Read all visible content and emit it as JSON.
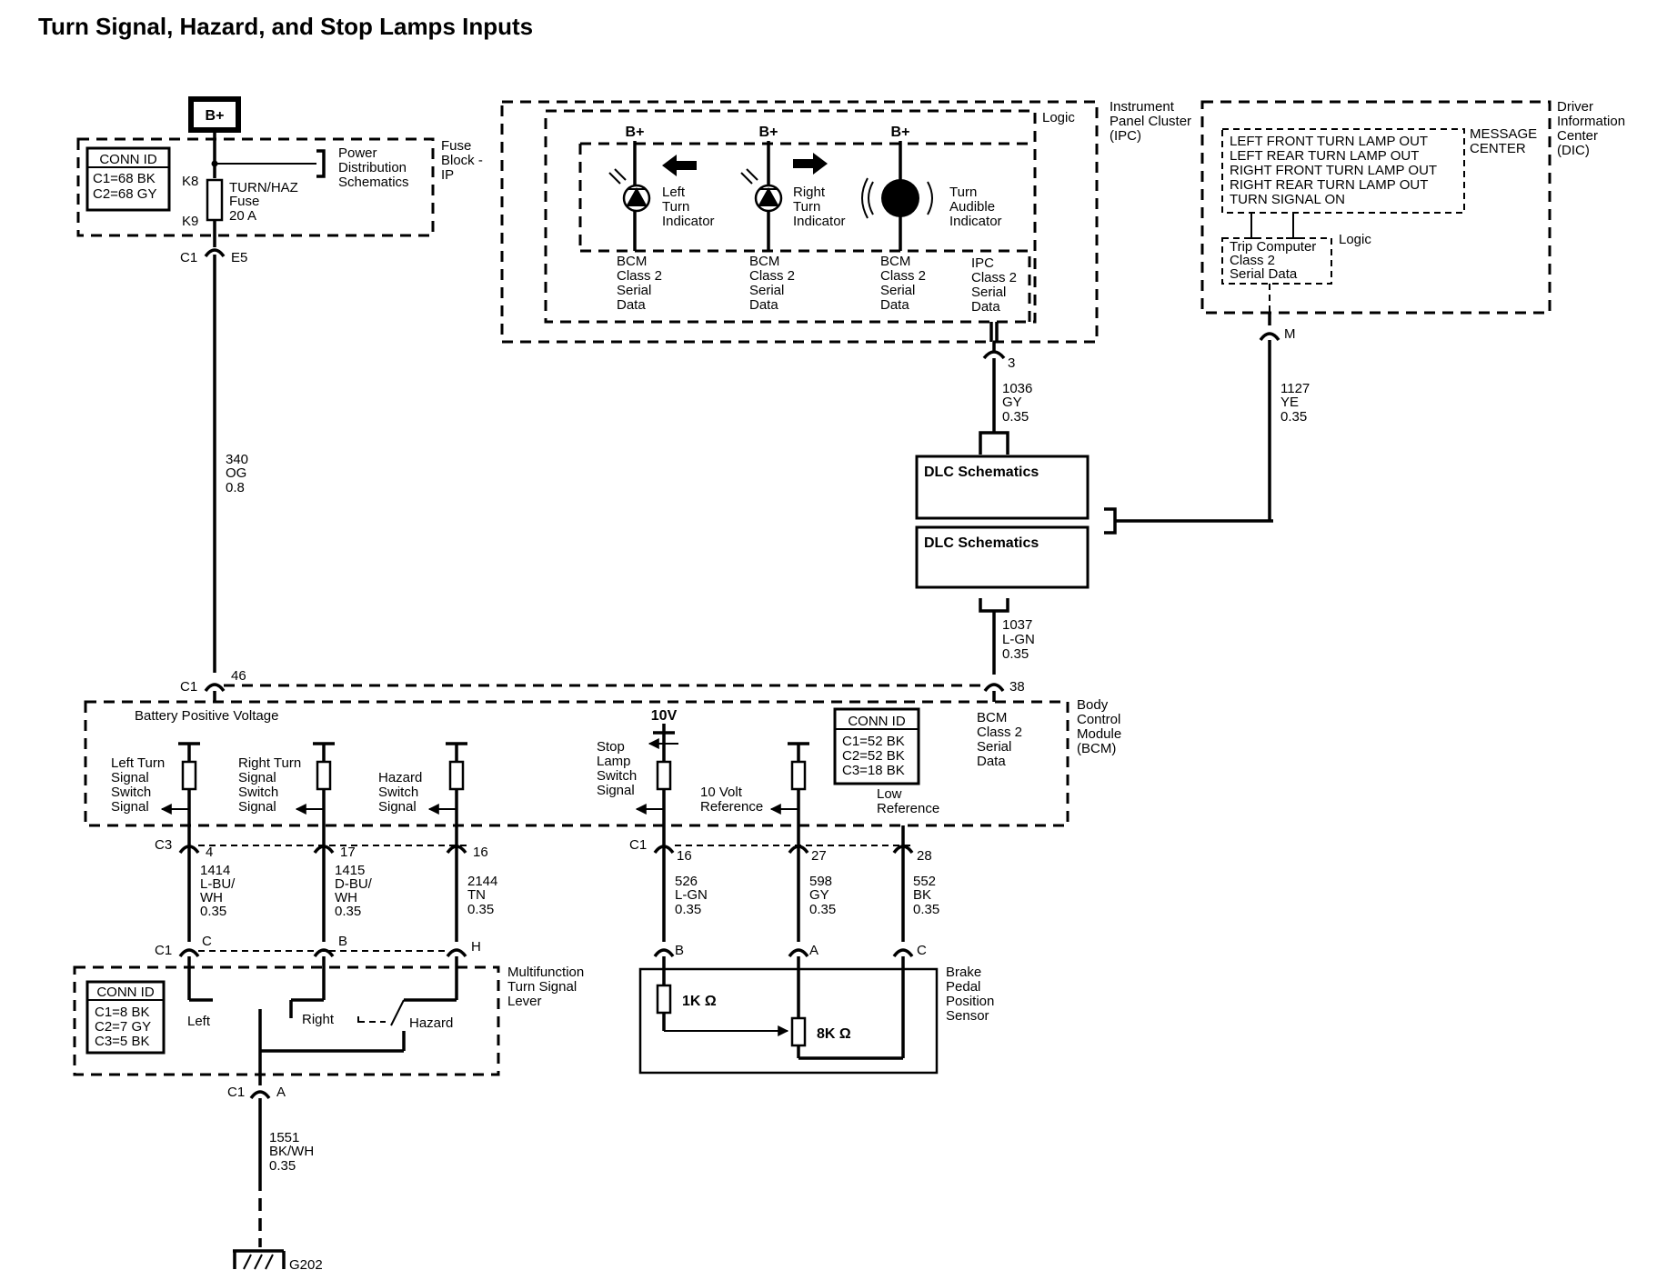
{
  "title": "Turn Signal, Hazard, and Stop Lamps Inputs",
  "power": {
    "bplus": "B+"
  },
  "fuse_block": {
    "conn_id": {
      "header": "CONN ID",
      "lines": [
        "C1=68 BK",
        "C2=68 GY"
      ]
    },
    "pin_in": "K8",
    "pin_out": "K9",
    "fuse_lines": [
      "TURN/HAZ",
      "Fuse",
      "20 A"
    ],
    "power_dist": [
      "Power",
      "Distribution",
      "Schematics"
    ],
    "label": [
      "Fuse",
      "Block -",
      "IP"
    ],
    "conn_c1": "C1",
    "conn_pin": "E5"
  },
  "wires": {
    "w340": [
      "340",
      "OG",
      "0.8"
    ],
    "w1036": [
      "1036",
      "GY",
      "0.35"
    ],
    "w1127": [
      "1127",
      "YE",
      "0.35"
    ],
    "w1037": [
      "1037",
      "L-GN",
      "0.35"
    ],
    "w1414": [
      "1414",
      "L-BU/",
      "WH",
      "0.35"
    ],
    "w1415": [
      "1415",
      "D-BU/",
      "WH",
      "0.35"
    ],
    "w2144": [
      "2144",
      "TN",
      "0.35"
    ],
    "w526": [
      "526",
      "L-GN",
      "0.35"
    ],
    "w598": [
      "598",
      "GY",
      "0.35"
    ],
    "w552": [
      "552",
      "BK",
      "0.35"
    ],
    "w1551": [
      "1551",
      "BK/WH",
      "0.35"
    ]
  },
  "ipc": {
    "label": [
      "Instrument",
      "Panel Cluster",
      "(IPC)"
    ],
    "logic": "Logic",
    "bplus": "B+",
    "left": [
      "Left",
      "Turn",
      "Indicator"
    ],
    "right": [
      "Right",
      "Turn",
      "Indicator"
    ],
    "audible": [
      "Turn",
      "Audible",
      "Indicator"
    ],
    "bcm_data": [
      "BCM",
      "Class 2",
      "Serial",
      "Data"
    ],
    "ipc_data": [
      "IPC",
      "Class 2",
      "Serial",
      "Data"
    ],
    "pin": "3"
  },
  "dic": {
    "label": [
      "Driver",
      "Information",
      "Center",
      "(DIC)"
    ],
    "messages": [
      "LEFT FRONT TURN LAMP OUT",
      "LEFT REAR TURN LAMP OUT",
      "RIGHT FRONT TURN LAMP OUT",
      "RIGHT REAR TURN LAMP OUT",
      "TURN SIGNAL ON"
    ],
    "message_center": [
      "MESSAGE",
      "CENTER"
    ],
    "trip": [
      "Trip Computer",
      "Class 2",
      "Serial Data"
    ],
    "logic": "Logic",
    "pin": "M"
  },
  "dlc": {
    "box1": "DLC Schematics",
    "box2": "DLC Schematics"
  },
  "bcm": {
    "label": [
      "Body",
      "Control",
      "Module",
      "(BCM)"
    ],
    "battery": "Battery Positive Voltage",
    "left_turn": [
      "Left Turn",
      "Signal",
      "Switch",
      "Signal"
    ],
    "right_turn": [
      "Right Turn",
      "Signal",
      "Switch",
      "Signal"
    ],
    "hazard": [
      "Hazard",
      "Switch",
      "Signal"
    ],
    "stop": [
      "Stop",
      "Lamp",
      "Switch",
      "Signal"
    ],
    "ten_v": "10V",
    "ref10": [
      "10 Volt",
      "Reference"
    ],
    "low_ref": [
      "Low",
      "Reference"
    ],
    "class2": [
      "BCM",
      "Class 2",
      "Serial",
      "Data"
    ],
    "conn_id": {
      "header": "CONN ID",
      "lines": [
        "C1=52 BK",
        "C2=52 BK",
        "C3=18 BK"
      ]
    },
    "c1": "C1",
    "pin46": "46",
    "pin38": "38",
    "c3": "C3",
    "p4": "4",
    "p17": "17",
    "p16a": "16",
    "c1b": "C1",
    "p16b": "16",
    "p27": "27",
    "p28": "28"
  },
  "lever": {
    "label": [
      "Multifunction",
      "Turn Signal",
      "Lever"
    ],
    "c1": "C1",
    "pC": "C",
    "pB": "B",
    "pH": "H",
    "left": "Left",
    "right": "Right",
    "hazard": "Hazard",
    "conn_id": {
      "header": "CONN ID",
      "lines": [
        "C1=8 BK",
        "C2=7 GY",
        "C3=5 BK"
      ]
    },
    "c1a": "C1",
    "pA": "A"
  },
  "brake": {
    "label": [
      "Brake",
      "Pedal",
      "Position",
      "Sensor"
    ],
    "pB": "B",
    "pA": "A",
    "pC": "C",
    "r1": "1K Ω",
    "r2": "8K Ω"
  },
  "ground": "G202"
}
